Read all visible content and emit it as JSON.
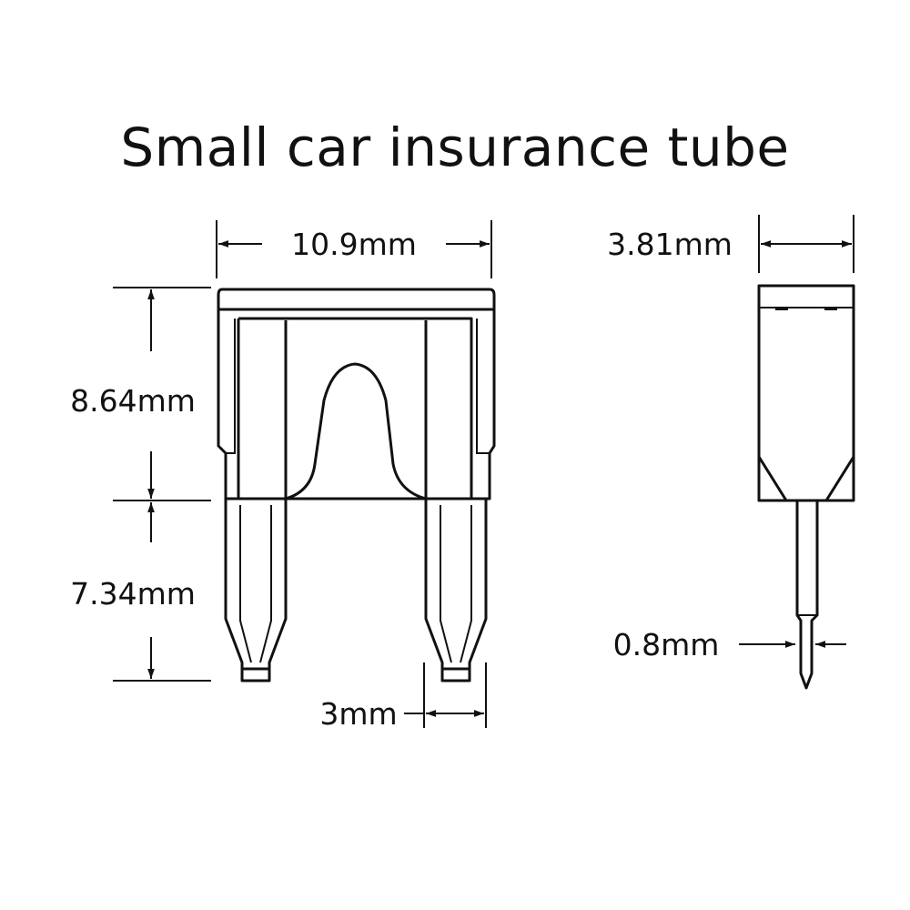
{
  "title": "Small car insurance tube",
  "dimensions": {
    "total_width": "10.9mm",
    "thickness": "3.81mm",
    "body_height": "8.64mm",
    "blade_length": "7.34mm",
    "blade_width": "3mm",
    "blade_thickness": "0.8mm"
  },
  "colors": {
    "line": "#111111",
    "background": "#ffffff"
  }
}
